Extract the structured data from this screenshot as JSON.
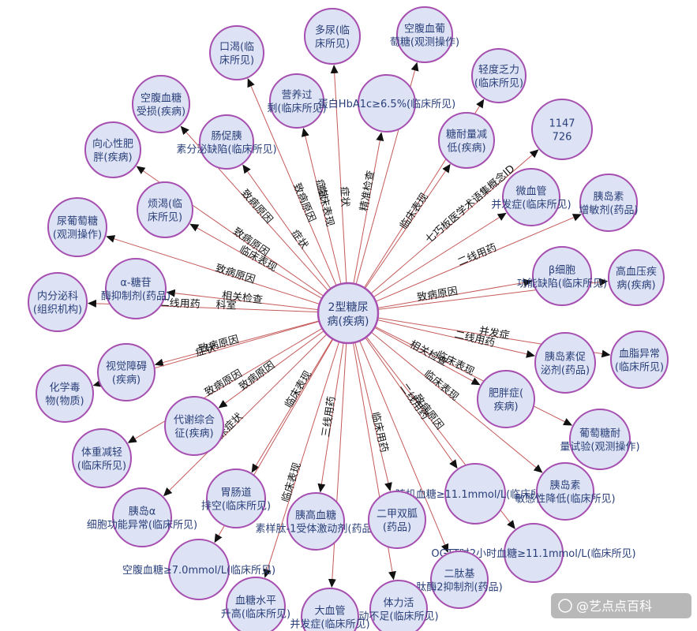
{
  "center": {
    "lines": [
      "2型糖尿",
      "病(疾病)"
    ]
  },
  "nodes": [
    {
      "id": "duoniao",
      "lines": [
        "多尿(临",
        "床所见)"
      ]
    },
    {
      "id": "kongfu_ogt",
      "lines": [
        "空腹血葡",
        "萄糖(观测操作)"
      ]
    },
    {
      "id": "kouke",
      "lines": [
        "口渴(临",
        "床所见)"
      ]
    },
    {
      "id": "fali",
      "lines": [
        "轻度乏力",
        "(临床所见)"
      ]
    },
    {
      "id": "yingyang",
      "lines": [
        "营养过",
        "剩(临床所见)"
      ]
    },
    {
      "id": "hba1c",
      "lines": [
        "蛋白HbA1c≥6.5%(临床所见)"
      ]
    },
    {
      "id": "code",
      "lines": [
        "1147",
        "726"
      ]
    },
    {
      "id": "kfxtss",
      "lines": [
        "空腹血糖",
        "受损(疾病)"
      ]
    },
    {
      "id": "naitang",
      "lines": [
        "糖耐量减",
        "低(疾病)"
      ]
    },
    {
      "id": "changcu",
      "lines": [
        "肠促胰",
        "素分泌缺陷(临床所见)"
      ]
    },
    {
      "id": "xiangxin",
      "lines": [
        "向心性肥",
        "胖(疾病)"
      ]
    },
    {
      "id": "weixueguan",
      "lines": [
        "微血管",
        "并发症(临床所见)"
      ]
    },
    {
      "id": "zengmin",
      "lines": [
        "胰岛素",
        "增敏剂(药品)"
      ]
    },
    {
      "id": "fanke",
      "lines": [
        "烦渴(临",
        "床所见)"
      ]
    },
    {
      "id": "niaoputao",
      "lines": [
        "尿葡萄糖",
        "(观测操作)"
      ]
    },
    {
      "id": "beta",
      "lines": [
        "β细胞",
        "功能缺陷(临床所见)"
      ]
    },
    {
      "id": "gaoxueya",
      "lines": [
        "高血压疾",
        "病(疾病)"
      ]
    },
    {
      "id": "alpha_gly",
      "lines": [
        "α-糖苷",
        "酶抑制剂(药品)"
      ]
    },
    {
      "id": "neifenmi",
      "lines": [
        "内分泌科",
        "(组织机构)"
      ]
    },
    {
      "id": "cujin",
      "lines": [
        "胰岛素促",
        "泌剂(药品)"
      ]
    },
    {
      "id": "xuezhi",
      "lines": [
        "血脂异常",
        "(临床所见)"
      ]
    },
    {
      "id": "shijue",
      "lines": [
        "视觉障碍",
        "(疾病)"
      ]
    },
    {
      "id": "huaxue",
      "lines": [
        "化学毒",
        "物(物质)"
      ]
    },
    {
      "id": "feipang",
      "lines": [
        "肥胖症(",
        "疾病)"
      ]
    },
    {
      "id": "daixie",
      "lines": [
        "代谢综合",
        "征(疾病)"
      ]
    },
    {
      "id": "naishiyan",
      "lines": [
        "葡萄糖耐",
        "量试验(观测操作)"
      ]
    },
    {
      "id": "tizhong",
      "lines": [
        "体重减轻",
        "(临床所见)"
      ]
    },
    {
      "id": "suiji",
      "lines": [
        "随机血糖≥11.1mmol/L(临床所见)"
      ]
    },
    {
      "id": "yidaosu",
      "lines": [
        "胰岛素",
        "敏感性降低(临床所见)"
      ]
    },
    {
      "id": "alpha_cell",
      "lines": [
        "胰岛α",
        "细胞功能异常(临床所见)"
      ]
    },
    {
      "id": "weichang",
      "lines": [
        "胃肠道",
        "排空(临床所见)"
      ]
    },
    {
      "id": "glp1",
      "lines": [
        "胰高血糖",
        "素样肽-1受体激动剂(药品)"
      ]
    },
    {
      "id": "erjia",
      "lines": [
        "二甲双胍",
        "(药品)"
      ]
    },
    {
      "id": "ogtt2h",
      "lines": [
        "OGTT时2小时血糖≥11.1mmol/L(临床所见)"
      ]
    },
    {
      "id": "kongfu7",
      "lines": [
        "空腹血糖≥7.0mmol/L(临床所见)"
      ]
    },
    {
      "id": "ertaiji",
      "lines": [
        "二肽基",
        "肽酶2抑制剂(药品)"
      ]
    },
    {
      "id": "xuetang_shuiping",
      "lines": [
        "血糖水平",
        "升高(临床所见)"
      ]
    },
    {
      "id": "daxueguan",
      "lines": [
        "大血管",
        "并发症(临床所见)"
      ]
    },
    {
      "id": "tilihuo",
      "lines": [
        "体力活",
        "动不足(临床所见)"
      ]
    }
  ],
  "edge_labels": [
    "症状",
    "临床表现",
    "精准检查",
    "致病原因",
    "临床表现",
    "七巧板医学术语集概念ID",
    "症状",
    "致病原因",
    "临床表现",
    "致病原因",
    "二线用药",
    "症状",
    "致病原因",
    "相关检查",
    "二线用药",
    "科室",
    "并发症",
    "二线用药",
    "致病原因",
    "相关检查",
    "致病原因",
    "临床表现",
    "症状",
    "致病原因",
    "临床表现",
    "致病原因",
    "临床症状",
    "临床表现",
    "三线用药",
    "临床用药",
    "致病原因",
    "二线用药",
    "临床表现"
  ],
  "watermark": "@艺点点百科"
}
